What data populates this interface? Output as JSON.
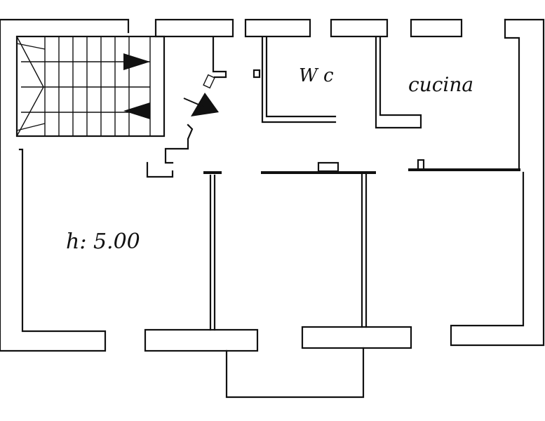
{
  "labels": {
    "wc": "W c",
    "kitchen": "cucina",
    "height": "h: 5.00"
  },
  "icons": [
    "stair-up-arrow-icon",
    "stair-down-arrow-icon",
    "entrance-arrow-icon"
  ]
}
